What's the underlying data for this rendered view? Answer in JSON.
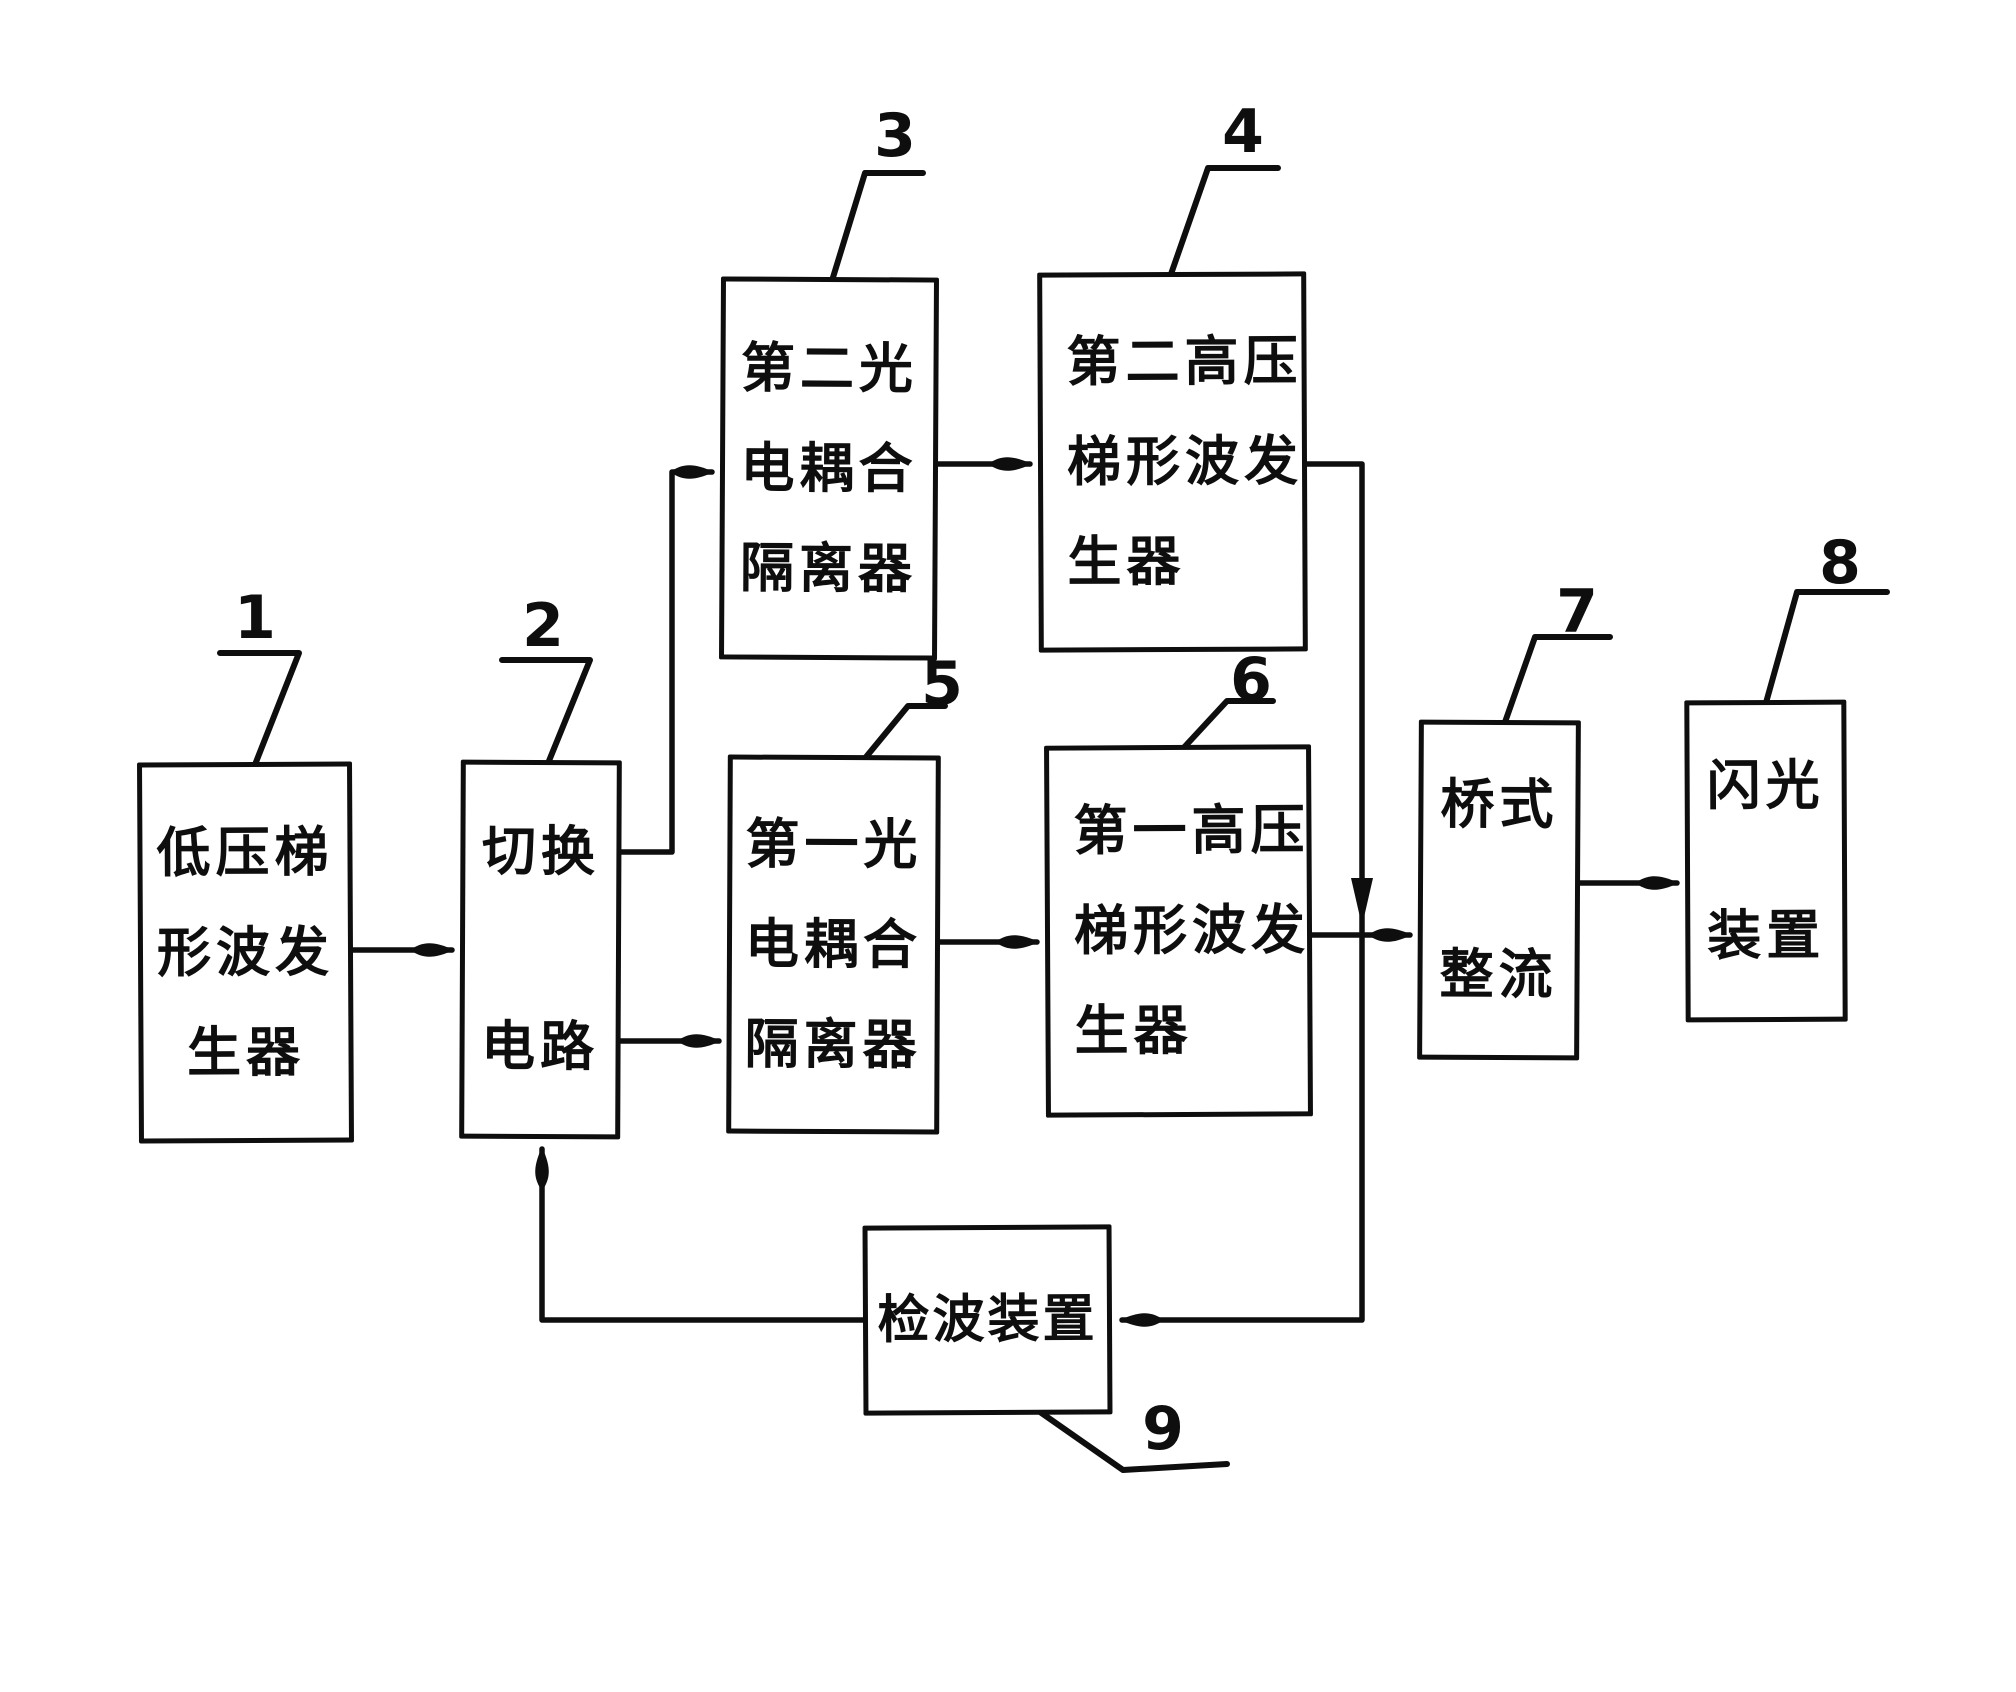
{
  "figure": {
    "type": "patent block diagram",
    "language": "zh",
    "ink_color": "#0e0e0e",
    "background_color": "#ffffff"
  },
  "blocks": [
    {
      "number": "1",
      "text": "低压梯形波发生器",
      "lines": [
        "低压梯",
        "形波发",
        "生器"
      ]
    },
    {
      "number": "2",
      "text": "切换电路",
      "lines": [
        "切换",
        "电路"
      ]
    },
    {
      "number": "3",
      "text": "第二光电耦合隔离器",
      "lines": [
        "第二光",
        "电耦合",
        "隔离器"
      ]
    },
    {
      "number": "4",
      "text": "第二高压梯形波发生器",
      "lines": [
        "第二高压",
        "梯形波发",
        "生器"
      ]
    },
    {
      "number": "5",
      "text": "第一光电耦合隔离器",
      "lines": [
        "第一光",
        "电耦合",
        "隔离器"
      ]
    },
    {
      "number": "6",
      "text": "第一高压梯形波发生器",
      "lines": [
        "第一高压",
        "梯形波发",
        "生器"
      ]
    },
    {
      "number": "7",
      "text": "桥式整流",
      "lines": [
        "桥式",
        "整流"
      ]
    },
    {
      "number": "8",
      "text": "闪光装置",
      "lines": [
        "闪光",
        "装置"
      ]
    },
    {
      "number": "9",
      "text": "检波装置",
      "lines": [
        "检波装置"
      ]
    }
  ],
  "connections": [
    {
      "from": "1",
      "to": "2"
    },
    {
      "from": "2",
      "to": "3"
    },
    {
      "from": "2",
      "to": "5"
    },
    {
      "from": "3",
      "to": "4"
    },
    {
      "from": "5",
      "to": "6"
    },
    {
      "from": "4",
      "to": "junction"
    },
    {
      "from": "6",
      "to": "junction"
    },
    {
      "from": "junction",
      "to": "7"
    },
    {
      "from": "junction",
      "to": "9"
    },
    {
      "from": "7",
      "to": "8"
    },
    {
      "from": "9",
      "to": "2"
    }
  ]
}
